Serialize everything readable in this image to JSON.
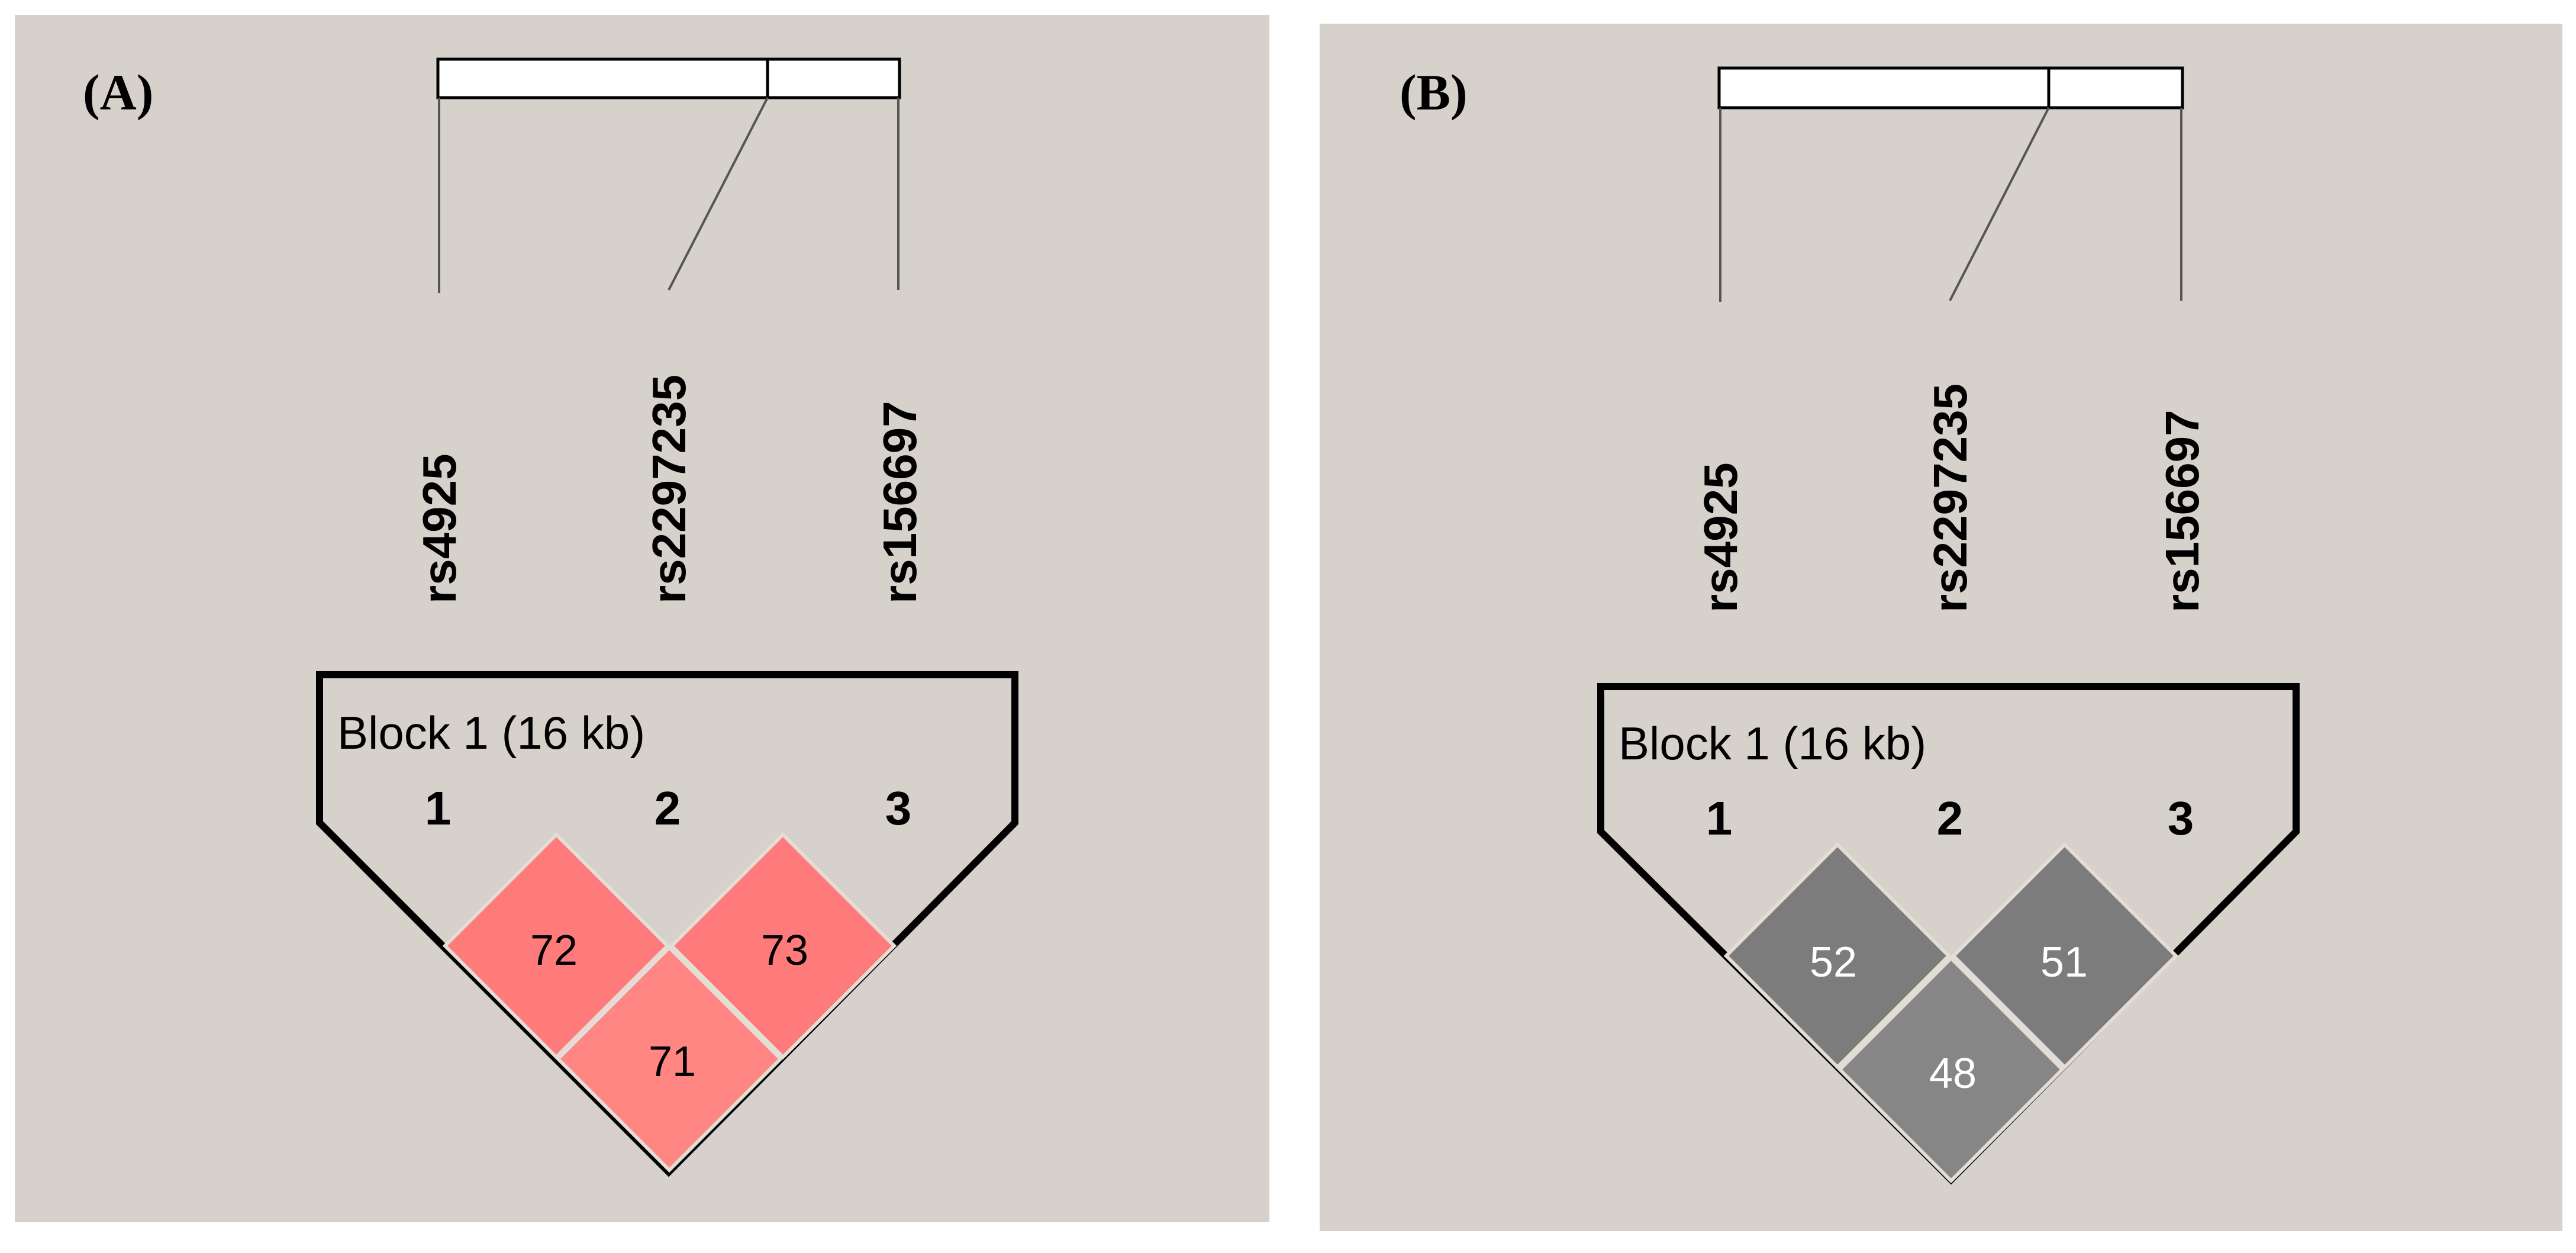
{
  "colors": {
    "panel_background": "#d6d1ca",
    "outline": "#000000",
    "cell_gap": "#e4ddd5"
  },
  "panels": [
    {
      "id": "A",
      "label": "(A)",
      "snps": [
        "rs4925",
        "rs2297235",
        "rs156697"
      ],
      "block": {
        "label": "Block 1 (16 kb)",
        "markers": [
          "1",
          "2",
          "3"
        ]
      },
      "ld_cells": [
        {
          "pair": "1-2",
          "value": "72",
          "color": "#ff7b7b"
        },
        {
          "pair": "2-3",
          "value": "73",
          "color": "#ff7b7b"
        },
        {
          "pair": "1-3",
          "value": "71",
          "color": "#ff8682"
        }
      ],
      "value_text_color": "#000000"
    },
    {
      "id": "B",
      "label": "(B)",
      "snps": [
        "rs4925",
        "rs2297235",
        "rs156697"
      ],
      "block": {
        "label": "Block 1 (16 kb)",
        "markers": [
          "1",
          "2",
          "3"
        ]
      },
      "ld_cells": [
        {
          "pair": "1-2",
          "value": "52",
          "color": "#7c7c7c"
        },
        {
          "pair": "2-3",
          "value": "51",
          "color": "#7c7c7c"
        },
        {
          "pair": "1-3",
          "value": "48",
          "color": "#868686"
        }
      ],
      "value_text_color": "#ffffff"
    }
  ]
}
